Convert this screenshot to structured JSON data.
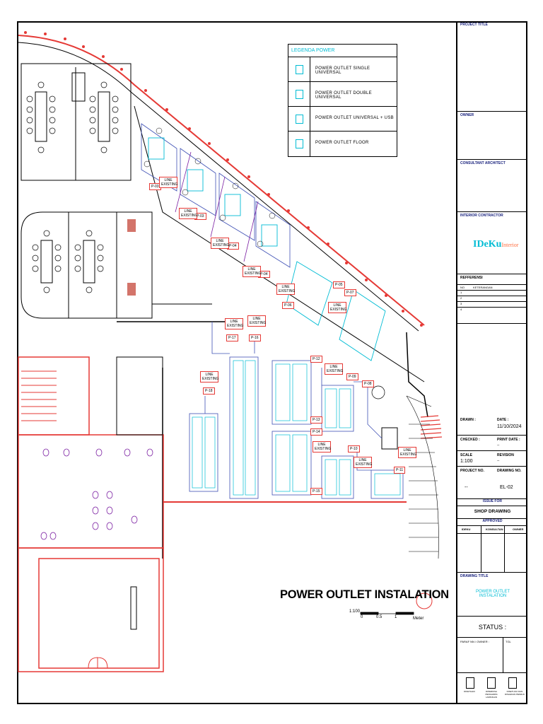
{
  "legend": {
    "title": "LEGENDA POWER",
    "items": [
      {
        "label": "POWER OUTLET SINGLE UNIVERSAL",
        "icon": "outlet-single-icon"
      },
      {
        "label": "POWER OUTLET DOUBLE UNIVERSAL",
        "icon": "outlet-double-icon"
      },
      {
        "label": "POWER OUTLET UNIVERSAL + USB",
        "icon": "outlet-usb-icon"
      },
      {
        "label": "POWER OUTLET FLOOR",
        "icon": "outlet-floor-icon"
      }
    ]
  },
  "drawing_title": "POWER OUTLET  INSTALATION",
  "scale_bar": {
    "ratio": "1:100",
    "ticks": [
      "0",
      "0.5",
      "1"
    ],
    "unit": "Meter"
  },
  "tags": {
    "p03": "P-03",
    "p03b": "P-03",
    "p04": "P-04",
    "p04b": "P-04",
    "p05": "P-05",
    "p06": "P-06",
    "p07": "P-07",
    "p08": "P-08",
    "p09": "P-09",
    "p10": "P-10",
    "p11": "P-11",
    "p12": "P-12",
    "p13": "P-13",
    "p14": "P-14",
    "p15": "P-15",
    "p16": "P-16",
    "p17": "P-17",
    "p18": "P-18",
    "line_existing": "LINE EXISTING"
  },
  "title_block": {
    "project_title": "PROJECT TITLE",
    "owner": "OWNER",
    "consultant_architect": "CONSULTANT ARCHITECT",
    "interior_contractor": "INTERIOR CONTRACTOR",
    "logo_text": "IDeKu",
    "logo_sub": "Interior",
    "reference": "REFFERENSI",
    "ref_col_no": "NO",
    "ref_col_keterangan": "KETERANGAN",
    "ref_rows": [
      "1",
      "2",
      "3",
      "4"
    ],
    "drawn_label": "DRAWN :",
    "date_label": "DATE :",
    "date_value": "11/10/2024",
    "checked_label": "CHECKED :",
    "print_date_label": "PRINT DATE :",
    "print_date_value": "--",
    "scale_label": "SCALE",
    "scale_value": "1:100",
    "revision_label": "REVISION",
    "revision_value": "--",
    "project_no_label": "PROJECT NO.",
    "drawing_no_label": "DRAWING NO.",
    "project_no_value": "--",
    "drawing_no_value": "EL-02",
    "issue_for": "ISSUE FOR",
    "shop_drawing": "SHOP DRAWING",
    "approved": "APPROVED",
    "approvers": [
      "IDEKU",
      "KONSULTAN",
      "OWNER"
    ],
    "drawing_title_label": "DRAWING TITLE",
    "drawing_title_value": "POWER OUTLET INSTALATION",
    "status_label": "STATUS :",
    "paraf_label": "PARAF NN / OWNER :",
    "tgl_label": "TGL",
    "stamps": [
      "DIKETAHUI",
      "DIPERIKSA PENGAWAS LAPANGAN",
      "DISETUJUI DAN DISAHKAN PEMILIK"
    ]
  },
  "colors": {
    "wall": "#e53935",
    "outlet": "#00bcd4",
    "circuit": "#3f51b5",
    "furniture": "#000000",
    "partition": "#7b1fa2"
  }
}
